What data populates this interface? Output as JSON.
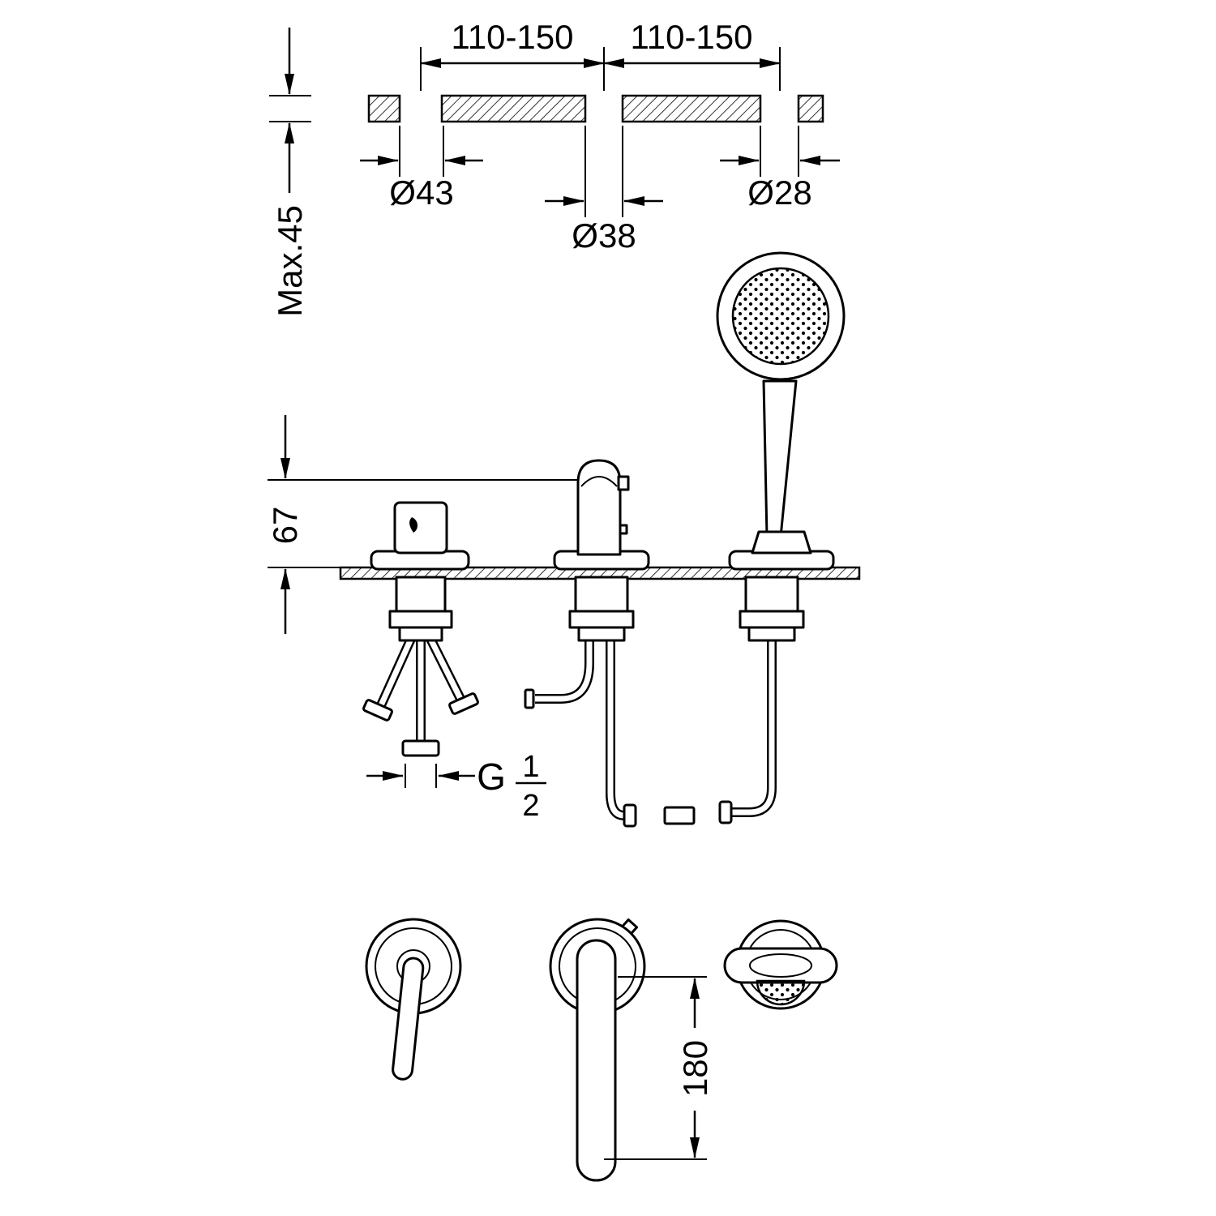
{
  "colors": {
    "line": "#000000",
    "background": "#ffffff"
  },
  "dimensions": {
    "hole_spacing_left": "110-150",
    "hole_spacing_right": "110-150",
    "hole_dia_left": "Ø43",
    "hole_dia_center": "Ø38",
    "hole_dia_right": "Ø28",
    "deck_thickness": "Max.45",
    "body_height": "67",
    "thread_letter": "G",
    "thread_numerator": "1",
    "thread_denominator": "2",
    "spout_reach": "180"
  }
}
